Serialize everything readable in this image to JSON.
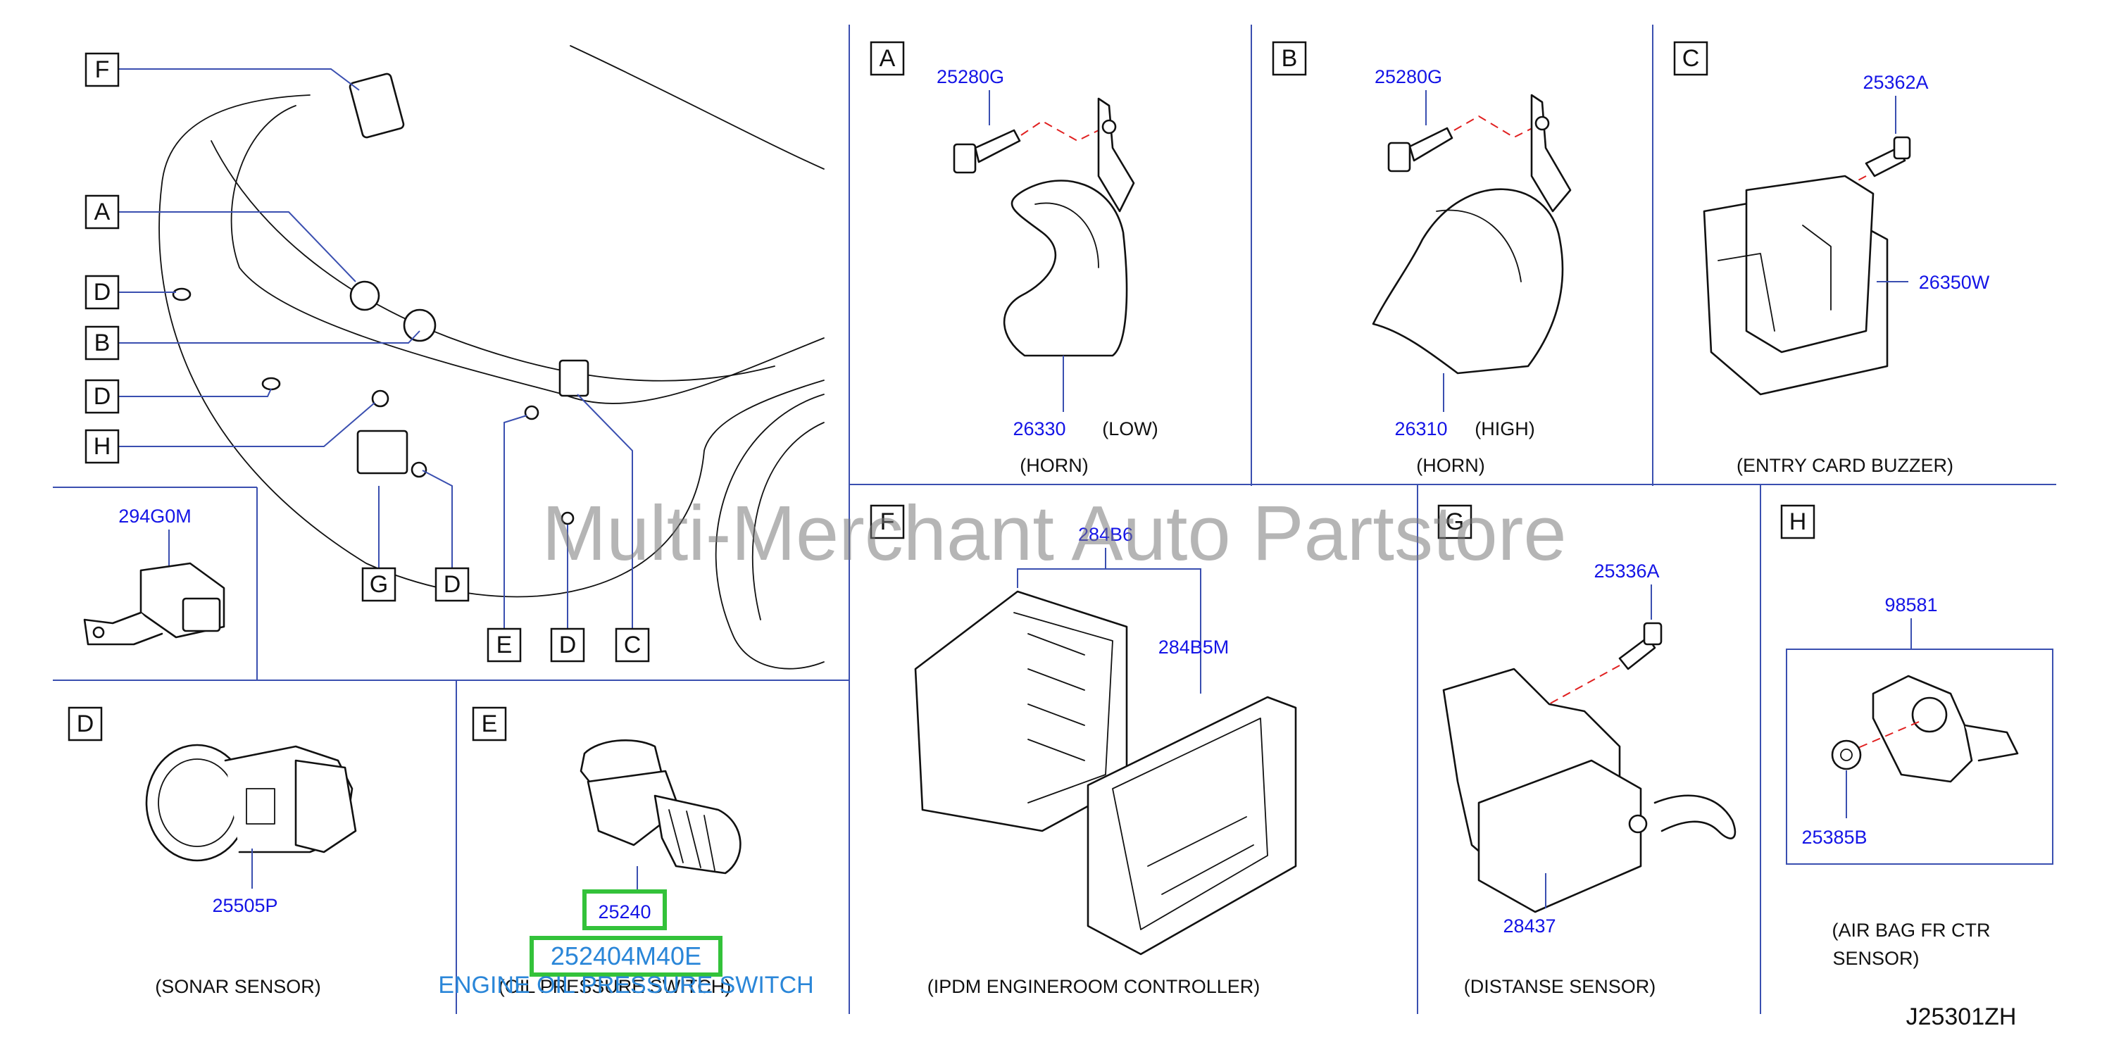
{
  "overview_labels": [
    "F",
    "A",
    "D",
    "B",
    "D",
    "H",
    "G",
    "D",
    "E",
    "D",
    "C"
  ],
  "panels": {
    "A": {
      "letter": "A",
      "bolt": "25280G",
      "part": "26330",
      "variant": "(LOW)",
      "caption": "(HORN)"
    },
    "B": {
      "letter": "B",
      "bolt": "25280G",
      "part": "26310",
      "variant": "(HIGH)",
      "caption": "(HORN)"
    },
    "C": {
      "letter": "C",
      "bolt": "25362A",
      "part": "26350W",
      "caption": "(ENTRY    CARD    BUZZER)"
    },
    "D": {
      "letter": "D",
      "part": "25505P",
      "caption": "(SONAR    SENSOR)"
    },
    "E": {
      "letter": "E",
      "part": "25240",
      "caption": "(OIL    PRESSURE    SWITCH)"
    },
    "F": {
      "letter": "F",
      "part_top": "284B6",
      "part_right": "284B5M",
      "caption": "(IPDM    ENGINEROOM    CONTROLLER)"
    },
    "G": {
      "letter": "G",
      "bolt": "25336A",
      "part": "28437",
      "caption": "(DISTANSE    SENSOR)"
    },
    "H": {
      "letter": "H",
      "part": "98581",
      "nut": "25385B",
      "caption_line1": "(AIR    BAG    FR    CTR",
      "caption_line2": "SENSOR)"
    }
  },
  "misc_part": "294G0M",
  "overlay": {
    "full_part_number": "252404M40E",
    "part_name": "ENGINE OIL PRESSURE SWITCH",
    "highlight_color": "#33c23a",
    "text_color": "#2a86d8"
  },
  "watermark": "Multi-Merchant Auto Partstore",
  "drawing_code": "J25301ZH"
}
